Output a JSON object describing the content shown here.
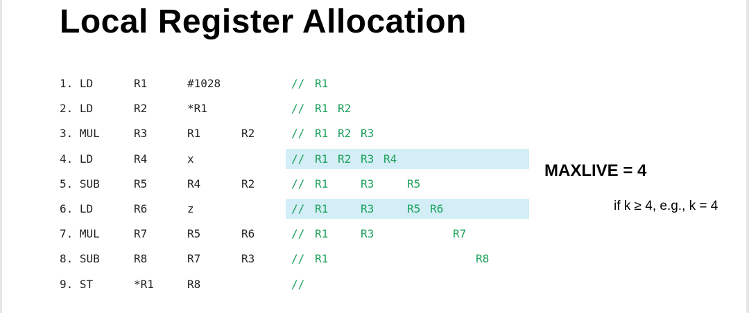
{
  "title": "Local Register Allocation",
  "maxlive_text": "MAXLIVE = 4",
  "condition_text": "if k ≥ 4, e.g., k = 4",
  "highlight_color": "#d3eef6",
  "comment_color": "#1aa05a",
  "instructions": [
    {
      "num": "1.",
      "op": "LD",
      "dest": "R1",
      "arg1": "#1028",
      "arg2": "",
      "comment": "//",
      "live": [
        "R1"
      ],
      "highlighted": false
    },
    {
      "num": "2.",
      "op": "LD",
      "dest": "R2",
      "arg1": "*R1",
      "arg2": "",
      "comment": "//",
      "live": [
        "R1",
        "R2"
      ],
      "highlighted": false
    },
    {
      "num": "3.",
      "op": "MUL",
      "dest": "R3",
      "arg1": "R1",
      "arg2": "R2",
      "comment": "//",
      "live": [
        "R1",
        "R2",
        "R3"
      ],
      "highlighted": false
    },
    {
      "num": "4.",
      "op": "LD",
      "dest": "R4",
      "arg1": "x",
      "arg2": "",
      "comment": "//",
      "live": [
        "R1",
        "R2",
        "R3",
        "R4"
      ],
      "highlighted": true
    },
    {
      "num": "5.",
      "op": "SUB",
      "dest": "R5",
      "arg1": "R4",
      "arg2": "R2",
      "comment": "//",
      "live": [
        "R1",
        "R3",
        "R5"
      ],
      "highlighted": false
    },
    {
      "num": "6.",
      "op": "LD",
      "dest": "R6",
      "arg1": "z",
      "arg2": "",
      "comment": "//",
      "live": [
        "R1",
        "R3",
        "R5",
        "R6"
      ],
      "highlighted": true
    },
    {
      "num": "7.",
      "op": "MUL",
      "dest": "R7",
      "arg1": "R5",
      "arg2": "R6",
      "comment": "//",
      "live": [
        "R1",
        "R3",
        "R7"
      ],
      "highlighted": false
    },
    {
      "num": "8.",
      "op": "SUB",
      "dest": "R8",
      "arg1": "R7",
      "arg2": "R3",
      "comment": "//",
      "live": [
        "R1",
        "R8"
      ],
      "highlighted": false
    },
    {
      "num": "9.",
      "op": "ST",
      "dest": "*R1",
      "arg1": "R8",
      "arg2": "",
      "comment": "//",
      "live": [],
      "highlighted": false
    }
  ]
}
